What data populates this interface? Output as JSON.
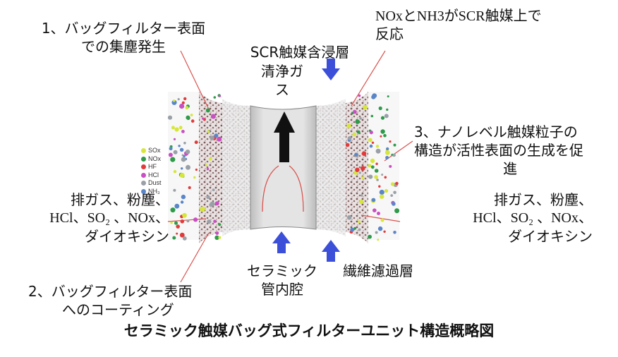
{
  "labels": {
    "top_left": [
      "1、バッグフィルター表面",
      "での集塵発生"
    ],
    "top_right": [
      "NOxとNH3がSCR触媒上で",
      "反応"
    ],
    "scr_layer": "SCR触媒含浸層",
    "clean_gas": [
      "清浄ガ",
      "ス"
    ],
    "right_mid": [
      "3、ナノレベル触媒粒子の",
      "構造が活性表面の生成を促",
      "進"
    ],
    "left_gas": [
      "排ガス、粉塵、",
      "HCl、SO₂ 、NOx、",
      "ダイオキシン"
    ],
    "right_gas": [
      "排ガス、粉塵、",
      "HCl、SO₂ 、NOx、",
      "ダイオキシン"
    ],
    "lumen": [
      "セラミック",
      "管内腔"
    ],
    "fiber_layer": "繊維濾過層",
    "bottom_left": [
      "2、バッグフィルター表面",
      "へのコーティング"
    ],
    "caption": "セラミック触媒バッグ式フィルターユニット構造概略図"
  },
  "legend": [
    {
      "label": "SOx",
      "color": "#d6e63a"
    },
    {
      "label": "NOx",
      "color": "#2e9a4a"
    },
    {
      "label": "HF",
      "color": "#e23a3a"
    },
    {
      "label": "HCl",
      "color": "#c94fc2"
    },
    {
      "label": "Dust",
      "color": "#9aa0a8"
    },
    {
      "label": "NH₃",
      "color": "#5a86c8"
    }
  ],
  "colors": {
    "arrow_blue": "#3b4fd8",
    "leader_red": "#d9534f",
    "lumen_gray": "#d8d8d8"
  }
}
